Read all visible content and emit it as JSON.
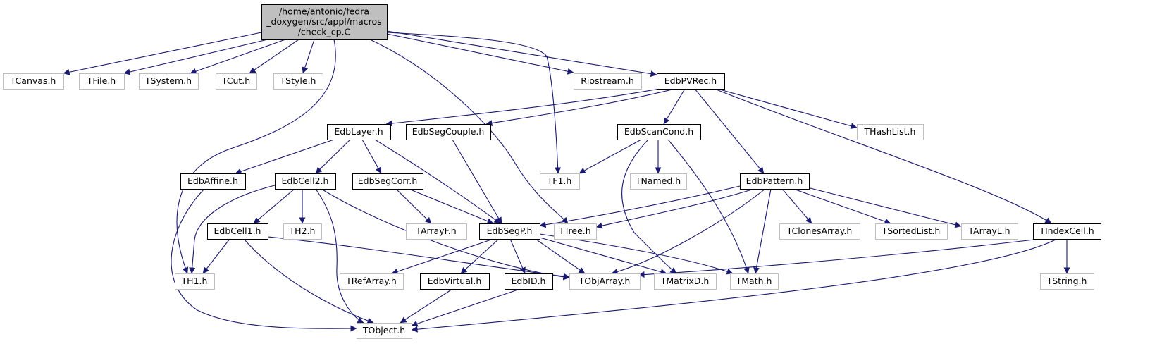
{
  "colors": {
    "edge": "#191970",
    "root_fill": "#bfbfbf",
    "root_border": "#000000",
    "internal_border": "#000000",
    "external_border": "#bfbfbf",
    "box_fill": "#ffffff"
  },
  "nodes": [
    {
      "id": "root",
      "kind": "root",
      "lines": [
        "/home/antonio/fedra",
        "_doxygen/src/appl/macros",
        "/check_cp.C"
      ]
    },
    {
      "id": "TCanvas",
      "kind": "external",
      "lines": [
        "TCanvas.h"
      ]
    },
    {
      "id": "TFile",
      "kind": "external",
      "lines": [
        "TFile.h"
      ]
    },
    {
      "id": "TSystem",
      "kind": "external",
      "lines": [
        "TSystem.h"
      ]
    },
    {
      "id": "TCut",
      "kind": "external",
      "lines": [
        "TCut.h"
      ]
    },
    {
      "id": "TStyle",
      "kind": "external",
      "lines": [
        "TStyle.h"
      ]
    },
    {
      "id": "Riostream",
      "kind": "external",
      "lines": [
        "Riostream.h"
      ]
    },
    {
      "id": "EdbPVRec",
      "kind": "internal",
      "lines": [
        "EdbPVRec.h"
      ]
    },
    {
      "id": "EdbLayer",
      "kind": "internal",
      "lines": [
        "EdbLayer.h"
      ]
    },
    {
      "id": "EdbSegCouple",
      "kind": "internal",
      "lines": [
        "EdbSegCouple.h"
      ]
    },
    {
      "id": "EdbScanCond",
      "kind": "internal",
      "lines": [
        "EdbScanCond.h"
      ]
    },
    {
      "id": "THashList",
      "kind": "external",
      "lines": [
        "THashList.h"
      ]
    },
    {
      "id": "EdbAffine",
      "kind": "internal",
      "lines": [
        "EdbAffine.h"
      ]
    },
    {
      "id": "EdbCell2",
      "kind": "internal",
      "lines": [
        "EdbCell2.h"
      ]
    },
    {
      "id": "EdbSegCorr",
      "kind": "internal",
      "lines": [
        "EdbSegCorr.h"
      ]
    },
    {
      "id": "TF1",
      "kind": "external",
      "lines": [
        "TF1.h"
      ]
    },
    {
      "id": "TNamed",
      "kind": "external",
      "lines": [
        "TNamed.h"
      ]
    },
    {
      "id": "EdbPattern",
      "kind": "internal",
      "lines": [
        "EdbPattern.h"
      ]
    },
    {
      "id": "EdbCell1",
      "kind": "internal",
      "lines": [
        "EdbCell1.h"
      ]
    },
    {
      "id": "TH2",
      "kind": "external",
      "lines": [
        "TH2.h"
      ]
    },
    {
      "id": "TArrayF",
      "kind": "external",
      "lines": [
        "TArrayF.h"
      ]
    },
    {
      "id": "EdbSegP",
      "kind": "internal",
      "lines": [
        "EdbSegP.h"
      ]
    },
    {
      "id": "TTree",
      "kind": "external",
      "lines": [
        "TTree.h"
      ]
    },
    {
      "id": "TClonesArray",
      "kind": "external",
      "lines": [
        "TClonesArray.h"
      ]
    },
    {
      "id": "TSortedList",
      "kind": "external",
      "lines": [
        "TSortedList.h"
      ]
    },
    {
      "id": "TArrayL",
      "kind": "external",
      "lines": [
        "TArrayL.h"
      ]
    },
    {
      "id": "TIndexCell",
      "kind": "internal",
      "lines": [
        "TIndexCell.h"
      ]
    },
    {
      "id": "TH1",
      "kind": "external",
      "lines": [
        "TH1.h"
      ]
    },
    {
      "id": "TRefArray",
      "kind": "external",
      "lines": [
        "TRefArray.h"
      ]
    },
    {
      "id": "EdbVirtual",
      "kind": "internal",
      "lines": [
        "EdbVirtual.h"
      ]
    },
    {
      "id": "EdbID",
      "kind": "internal",
      "lines": [
        "EdbID.h"
      ]
    },
    {
      "id": "TObjArray",
      "kind": "external",
      "lines": [
        "TObjArray.h"
      ]
    },
    {
      "id": "TMatrixD",
      "kind": "external",
      "lines": [
        "TMatrixD.h"
      ]
    },
    {
      "id": "TMath",
      "kind": "external",
      "lines": [
        "TMath.h"
      ]
    },
    {
      "id": "TString",
      "kind": "external",
      "lines": [
        "TString.h"
      ]
    },
    {
      "id": "TObject",
      "kind": "external",
      "lines": [
        "TObject.h"
      ]
    }
  ],
  "edges": [
    [
      "root",
      "TCanvas"
    ],
    [
      "root",
      "TFile"
    ],
    [
      "root",
      "TSystem"
    ],
    [
      "root",
      "TCut"
    ],
    [
      "root",
      "TStyle"
    ],
    [
      "root",
      "Riostream"
    ],
    [
      "root",
      "EdbPVRec"
    ],
    [
      "root",
      "TF1"
    ],
    [
      "root",
      "TTree"
    ],
    [
      "root",
      "TH1"
    ],
    [
      "EdbPVRec",
      "EdbLayer"
    ],
    [
      "EdbPVRec",
      "EdbSegCouple"
    ],
    [
      "EdbPVRec",
      "EdbScanCond"
    ],
    [
      "EdbPVRec",
      "THashList"
    ],
    [
      "EdbPVRec",
      "EdbPattern"
    ],
    [
      "EdbPVRec",
      "TIndexCell"
    ],
    [
      "EdbLayer",
      "EdbAffine"
    ],
    [
      "EdbLayer",
      "EdbCell2"
    ],
    [
      "EdbLayer",
      "EdbSegCorr"
    ],
    [
      "EdbLayer",
      "EdbSegP"
    ],
    [
      "EdbSegCouple",
      "EdbSegP"
    ],
    [
      "EdbScanCond",
      "TF1"
    ],
    [
      "EdbScanCond",
      "TNamed"
    ],
    [
      "EdbScanCond",
      "TMatrixD"
    ],
    [
      "EdbScanCond",
      "TMath"
    ],
    [
      "EdbAffine",
      "TObject"
    ],
    [
      "EdbCell2",
      "EdbCell1"
    ],
    [
      "EdbCell2",
      "TH2"
    ],
    [
      "EdbCell2",
      "TH1"
    ],
    [
      "EdbCell2",
      "TObjArray"
    ],
    [
      "EdbCell2",
      "TObject"
    ],
    [
      "EdbSegCorr",
      "TArrayF"
    ],
    [
      "EdbSegCorr",
      "EdbSegP"
    ],
    [
      "EdbPattern",
      "EdbSegP"
    ],
    [
      "EdbPattern",
      "TTree"
    ],
    [
      "EdbPattern",
      "TClonesArray"
    ],
    [
      "EdbPattern",
      "TSortedList"
    ],
    [
      "EdbPattern",
      "TArrayL"
    ],
    [
      "EdbPattern",
      "TObjArray"
    ],
    [
      "EdbPattern",
      "TMath"
    ],
    [
      "EdbCell1",
      "TH1"
    ],
    [
      "EdbCell1",
      "TObjArray"
    ],
    [
      "EdbCell1",
      "TObject"
    ],
    [
      "EdbSegP",
      "TRefArray"
    ],
    [
      "EdbSegP",
      "EdbVirtual"
    ],
    [
      "EdbSegP",
      "EdbID"
    ],
    [
      "EdbSegP",
      "TObjArray"
    ],
    [
      "EdbSegP",
      "TMatrixD"
    ],
    [
      "EdbSegP",
      "TMath"
    ],
    [
      "TIndexCell",
      "TObjArray"
    ],
    [
      "TIndexCell",
      "TString"
    ],
    [
      "TIndexCell",
      "TObject"
    ],
    [
      "EdbVirtual",
      "TObject"
    ],
    [
      "EdbID",
      "TObject"
    ]
  ]
}
